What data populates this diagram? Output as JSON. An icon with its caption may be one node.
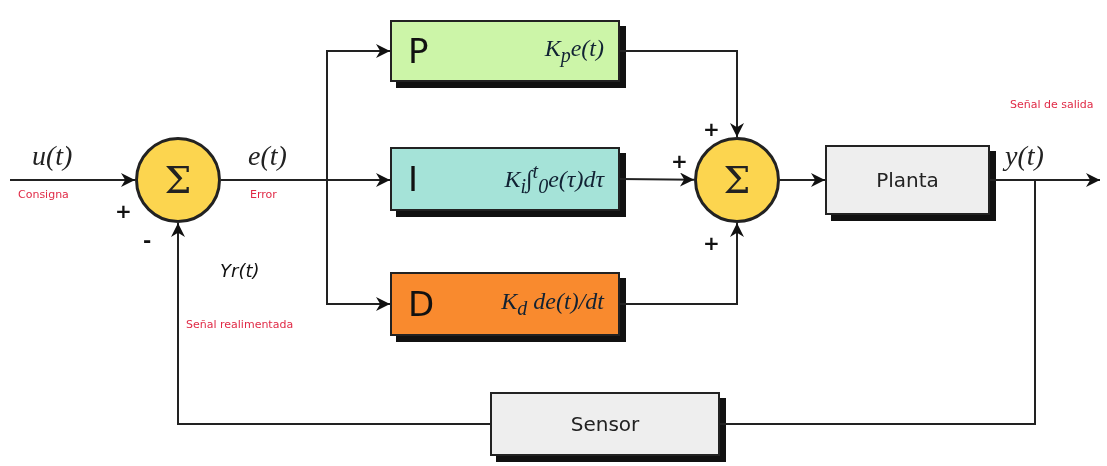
{
  "diagram": {
    "nodes": [
      {
        "text": [
          "Σ"
        ],
        "beside": [
          "+",
          "-"
        ]
      },
      {
        "text": [
          "P",
          "K$_{p}$e(t)"
        ]
      },
      {
        "text": [
          "I",
          "K$_{i}$∫$^{t}$$_{0}$e(τ)dτ"
        ]
      },
      {
        "text": [
          "D",
          "K$_{d}$ de(t)/dt"
        ]
      },
      {
        "text": [
          "Σ"
        ],
        "beside": [
          "+",
          "+",
          "+"
        ]
      },
      {
        "text": [
          "Planta"
        ]
      },
      {
        "text": [
          "Sensor"
        ]
      }
    ],
    "edges": [
      {
        "from": null,
        "to": 0,
        "arrow": "to"
      },
      {
        "from": 0,
        "to": 1,
        "arrow": "to"
      },
      {
        "from": 0,
        "to": 2,
        "arrow": "to"
      },
      {
        "from": 0,
        "to": 3,
        "arrow": "to"
      },
      {
        "from": 1,
        "to": 4,
        "arrow": "to"
      },
      {
        "from": 2,
        "to": 4,
        "arrow": "to"
      },
      {
        "from": 3,
        "to": 4,
        "arrow": "to"
      },
      {
        "from": 4,
        "to": 5,
        "arrow": "to"
      },
      {
        "from": 5,
        "to": null,
        "arrow": "to"
      },
      {
        "from": 5,
        "to": 6,
        "arrow": "none"
      },
      {
        "from": 6,
        "to": 0,
        "arrow": "to"
      }
    ],
    "labels": [
      "u(t)",
      "Consigna",
      "e(t)",
      "Error",
      "Yr(t)",
      "Señal realimentada",
      "Señal de salida",
      "y(t)"
    ]
  }
}
